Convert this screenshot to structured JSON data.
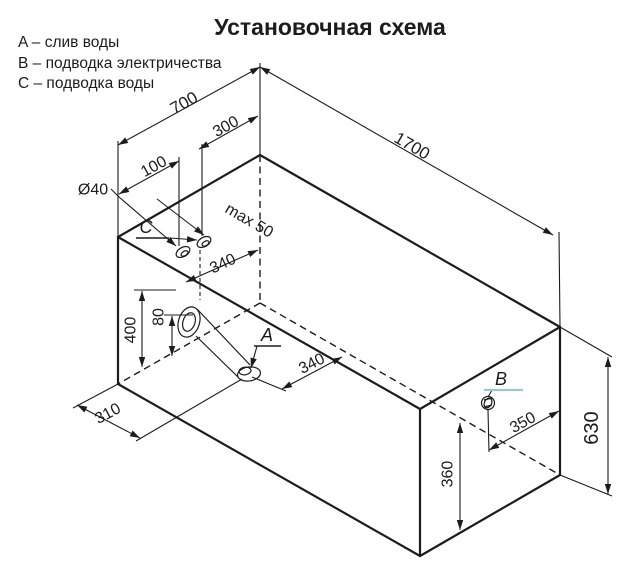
{
  "title": "Установочная схема",
  "legend": [
    "A – слив воды",
    "B – подводка электричества",
    "C – подводка воды"
  ],
  "dims": {
    "width": "700",
    "length": "1700",
    "height": "630",
    "hole_near": "100",
    "hole_far": "300",
    "hole_diameter": "Ø40",
    "rim_max": "max 50",
    "rim_depth": "340",
    "drain_wall_height": "400",
    "drain_pipe_height": "80",
    "drain_floor_offset": "340",
    "drain_side_offset": "310",
    "electric_offset": "350",
    "electric_height": "360"
  },
  "points": {
    "drain": "A",
    "electric": "B",
    "water": "C"
  },
  "colors": {
    "line": "#1c1c1c",
    "b_underline": "#9fc6ce",
    "background": "#ffffff"
  }
}
